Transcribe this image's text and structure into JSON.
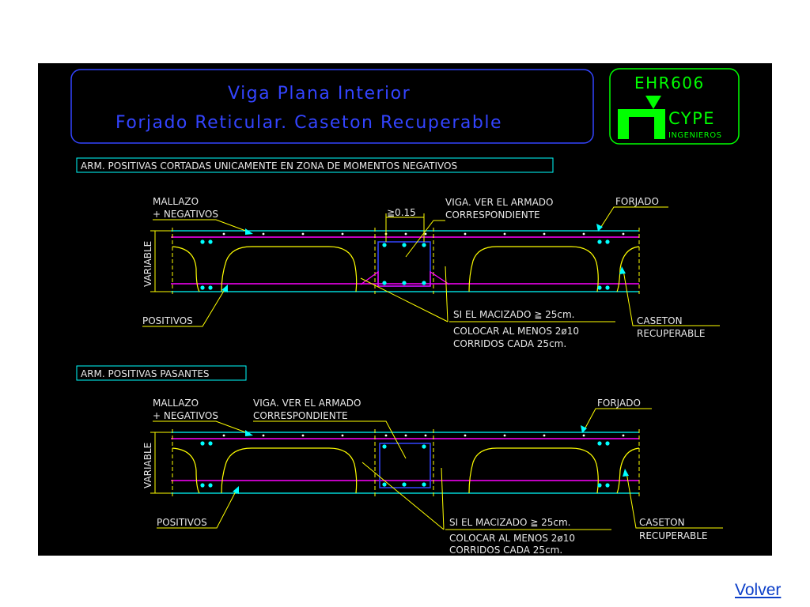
{
  "title": {
    "line1": "Viga Plana Interior",
    "line2": "Forjado Reticular. Caseton Recuperable"
  },
  "logo": {
    "code": "EHR606",
    "brand": "CYPE",
    "sub": "INGENIEROS"
  },
  "section1": {
    "heading": "ARM. POSITIVAS CORTADAS UNICAMENTE EN ZONA DE MOMENTOS NEGATIVOS",
    "mallazo": "MALLAZO",
    "negativos": "+ NEGATIVOS",
    "dim": "≧0.15",
    "viga1": "VIGA. VER EL ARMADO",
    "viga2": "CORRESPONDIENTE",
    "forjado": "FORJADO",
    "variable": "VARIABLE",
    "positivos": "POSITIVOS",
    "note1": "SI EL MACIZADO ≧ 25cm.",
    "note2": "COLOCAR AL MENOS 2ø10",
    "note3": "CORRIDOS CADA 25cm.",
    "caseton1": "CASETON",
    "caseton2": "RECUPERABLE"
  },
  "section2": {
    "heading": "ARM. POSITIVAS PASANTES",
    "mallazo": "MALLAZO",
    "negativos": "+ NEGATIVOS",
    "viga1": "VIGA. VER EL ARMADO",
    "viga2": "CORRESPONDIENTE",
    "forjado": "FORJADO",
    "variable": "VARIABLE",
    "positivos": "POSITIVOS",
    "note1": "SI EL MACIZADO ≧ 25cm.",
    "note2": "COLOCAR AL MENOS 2ø10",
    "note3": "CORRIDOS CADA 25cm.",
    "caseton1": "CASETON",
    "caseton2": "RECUPERABLE"
  },
  "colors": {
    "background": "#000000",
    "cyan": "#00ffff",
    "magenta": "#ff00ff",
    "yellow": "#ffff00",
    "blue": "#3344ff",
    "green": "#00ff00",
    "white_text": "#e8e8e8"
  },
  "volver": "Volver"
}
